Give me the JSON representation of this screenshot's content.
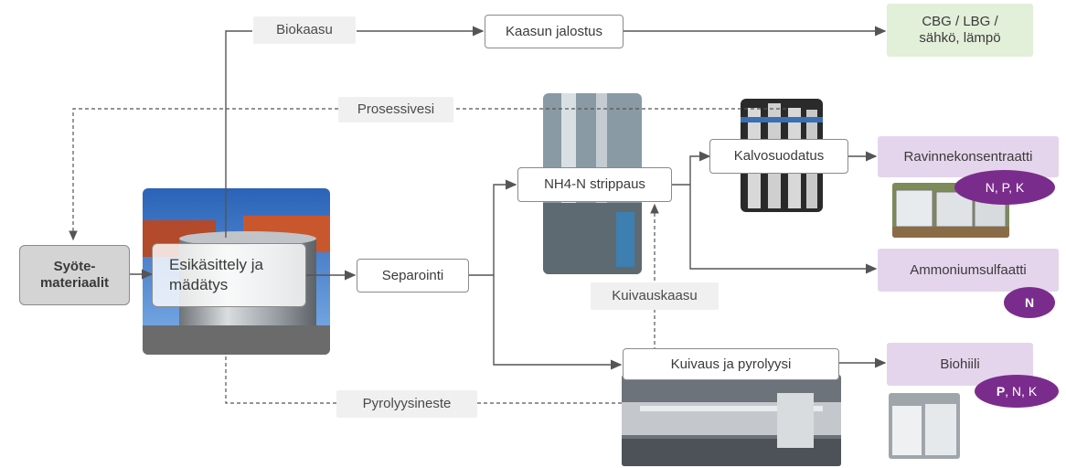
{
  "nodes": {
    "syote": "Syöte-\nmateriaalit",
    "esikasittely": "Esikäsittely ja\nmädätys",
    "separointi": "Separointi",
    "strippaus": "NH4-N strippaus",
    "kalvosuodatus": "Kalvosuodatus",
    "kuivaus_pyrolyysi": "Kuivaus ja pyrolyysi",
    "kaasun_jalostus": "Kaasun jalostus"
  },
  "flow_labels": {
    "biokaasu": "Biokaasu",
    "prosessivesi": "Prosessivesi",
    "kuivauskaasu": "Kuivauskaasu",
    "pyrolyysineste": "Pyrolyysineste"
  },
  "products": {
    "cbg": "CBG / LBG /\nsähkö, lämpö",
    "ravinnekonsentraatti": "Ravinnekonsentraatti",
    "ammoniumsulfaatti": "Ammoniumsulfaatti",
    "biohiili": "Biohiili"
  },
  "nutrients": {
    "ravinne": "N, P, K",
    "ammonium": "N",
    "biohiili_bold": "P",
    "biohiili_rest": ", N, K"
  },
  "colors": {
    "product_green": "#e2efd9",
    "product_purple": "#e5d5ec",
    "nutrient_badge": "#7a2c8c",
    "arrow": "#555555"
  }
}
